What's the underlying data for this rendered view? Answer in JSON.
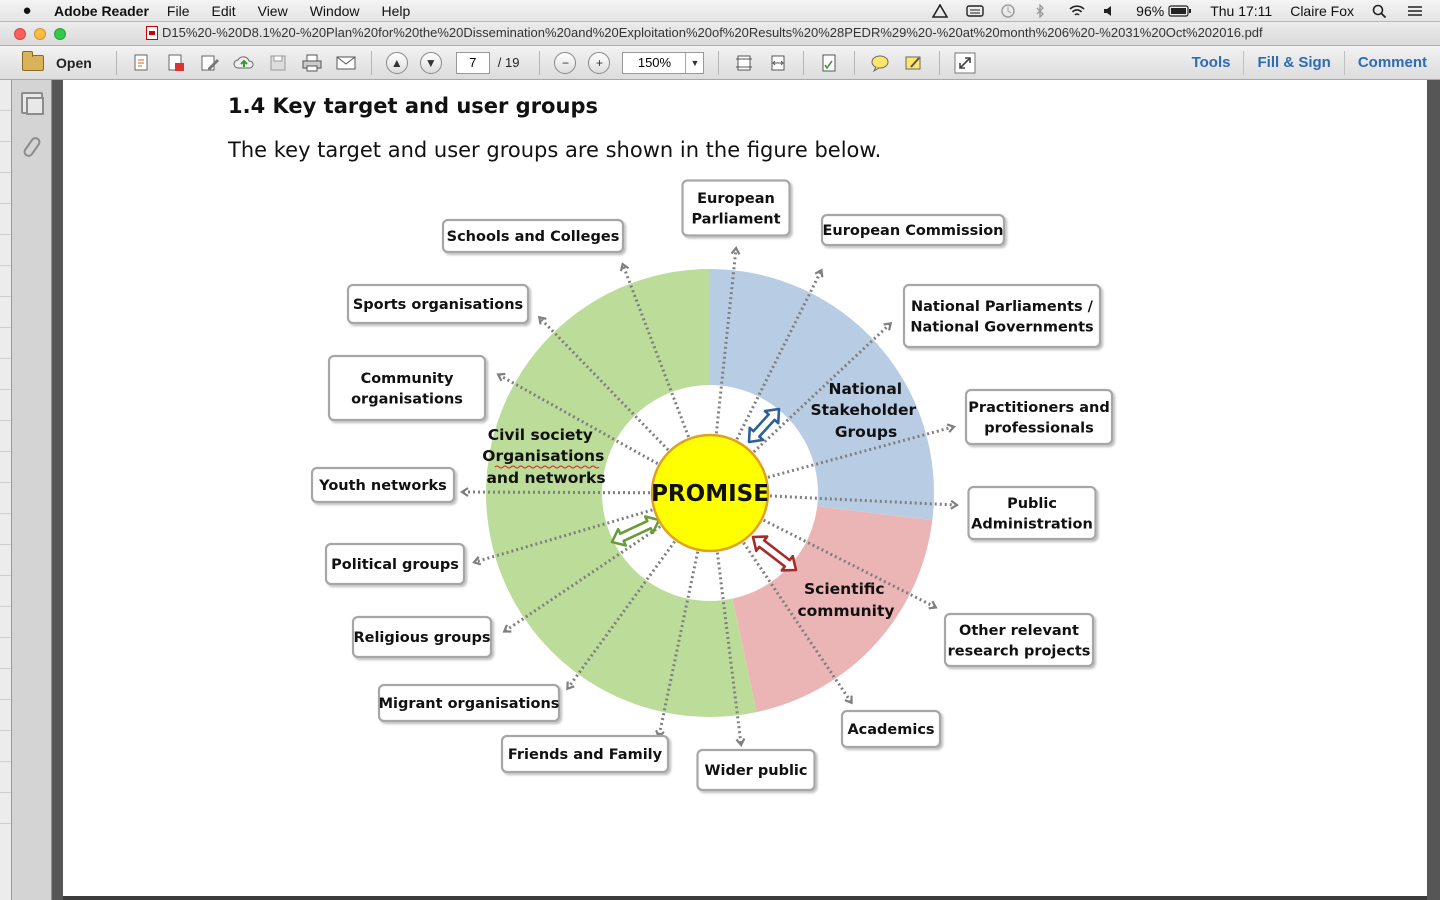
{
  "menubar": {
    "apple": "",
    "app_name": "Adobe Reader",
    "items": [
      "File",
      "Edit",
      "View",
      "Window",
      "Help"
    ],
    "battery": "96%",
    "clock": "Thu 17:11",
    "user": "Claire Fox"
  },
  "window": {
    "title": "D15%20-%20D8.1%20-%20Plan%20for%20the%20Dissemination%20and%20Exploitation%20of%20Results%20%28PEDR%29%20-%20at%20month%206%20-%2031%20Oct%202016.pdf"
  },
  "toolbar": {
    "open_label": "Open",
    "page_current": "7",
    "page_total": "/ 19",
    "zoom": "150%",
    "links": [
      "Tools",
      "Fill & Sign",
      "Comment"
    ]
  },
  "document": {
    "heading": "1.4 Key target and user groups",
    "intro": "The key target and user groups are shown in the figure below."
  },
  "figure": {
    "center_label": "PROMISE",
    "segments": {
      "civil": [
        "Civil society",
        "Organisations",
        "and networks"
      ],
      "national": [
        "National",
        "Stakeholder",
        "Groups"
      ],
      "scientific": [
        "Scientific",
        "community"
      ]
    },
    "boxes": {
      "european_parliament": [
        "European",
        "Parliament"
      ],
      "european_commission": [
        "European Commission"
      ],
      "national_parliaments": [
        "National Parliaments /",
        "National Governments"
      ],
      "practitioners": [
        "Practitioners and",
        "professionals"
      ],
      "public_administration": [
        "Public",
        "Administration"
      ],
      "other_research": [
        "Other relevant",
        "research projects"
      ],
      "academics": [
        "Academics"
      ],
      "wider_public": [
        "Wider public"
      ],
      "friends_family": [
        "Friends and Family"
      ],
      "migrant_orgs": [
        "Migrant organisations"
      ],
      "religious_groups": [
        "Religious groups"
      ],
      "political_groups": [
        "Political groups"
      ],
      "youth_networks": [
        "Youth networks"
      ],
      "community_orgs": [
        "Community",
        "organisations"
      ],
      "sports_orgs": [
        "Sports organisations"
      ],
      "schools_colleges": [
        "Schools and Colleges"
      ]
    },
    "colors": {
      "civil": "#bcdc9a",
      "national": "#b8cce4",
      "scientific": "#ebb5b5",
      "center": "#ffff00",
      "blue_arrow": "#2e5f9a",
      "green_arrow": "#6a9a3a",
      "red_arrow": "#a82a2a"
    }
  }
}
